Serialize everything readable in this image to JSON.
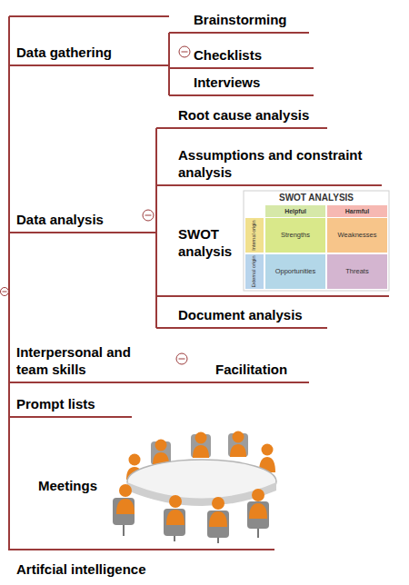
{
  "diagram": {
    "nodes": [
      {
        "text": [
          "Data gathering"
        ]
      },
      {
        "text": [
          "Brainstorming"
        ]
      },
      {
        "text": [
          "Checklists"
        ]
      },
      {
        "text": [
          "Interviews"
        ]
      },
      {
        "text": [
          "Data analysis"
        ]
      },
      {
        "text": [
          "Root cause analysis"
        ]
      },
      {
        "text": [
          "Assumptions and constraint analysis"
        ]
      },
      {
        "text": [
          "SWOT analysis"
        ]
      },
      {
        "text": [
          "Document analysis"
        ]
      },
      {
        "text": [
          "Interpersonal and team skills"
        ]
      },
      {
        "text": [
          "Facilitation"
        ]
      },
      {
        "text": [
          "Prompt lists"
        ]
      },
      {
        "text": [
          "Meetings"
        ]
      },
      {
        "text": [
          "Artifcial intelligence"
        ]
      }
    ],
    "edges": [
      {
        "from": 0,
        "to": 1,
        "arrow": "none"
      },
      {
        "from": 0,
        "to": 2,
        "arrow": "none"
      },
      {
        "from": 0,
        "to": 3,
        "arrow": "none"
      },
      {
        "from": 4,
        "to": 5,
        "arrow": "none"
      },
      {
        "from": 4,
        "to": 6,
        "arrow": "none"
      },
      {
        "from": 4,
        "to": 7,
        "arrow": "none"
      },
      {
        "from": 4,
        "to": 8,
        "arrow": "none"
      },
      {
        "from": 9,
        "to": 10,
        "arrow": "none"
      }
    ],
    "labels": [
      "SWOT ANALYSIS",
      "Helpful",
      "Harmful",
      "Internal origin",
      "External origin",
      "Strengths",
      "Weaknesses",
      "Opportunities",
      "Threats"
    ]
  }
}
